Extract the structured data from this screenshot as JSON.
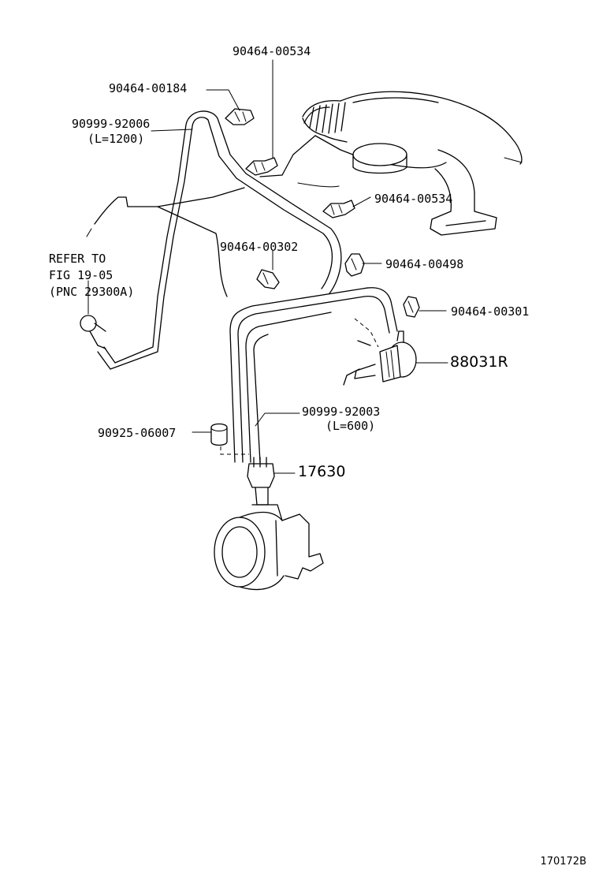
{
  "labels": {
    "clip_00534_top": "90464-00534",
    "clip_00184": "90464-00184",
    "hose_92006": "90999-92006",
    "hose_92006_len": "(L=1200)",
    "clip_00534_right": "90464-00534",
    "clip_00302": "90464-00302",
    "clip_00498": "90464-00498",
    "clip_00301": "90464-00301",
    "valve_88031r": "88031R",
    "hose_92003": "90999-92003",
    "hose_92003_len": "(L=600)",
    "filter_06007": "90925-06007",
    "switch_17630": "17630"
  },
  "note": {
    "line1": "REFER TO",
    "line2": "FIG 19-05",
    "line3": "(PNC 29300A)"
  },
  "figure_id": "170172B"
}
